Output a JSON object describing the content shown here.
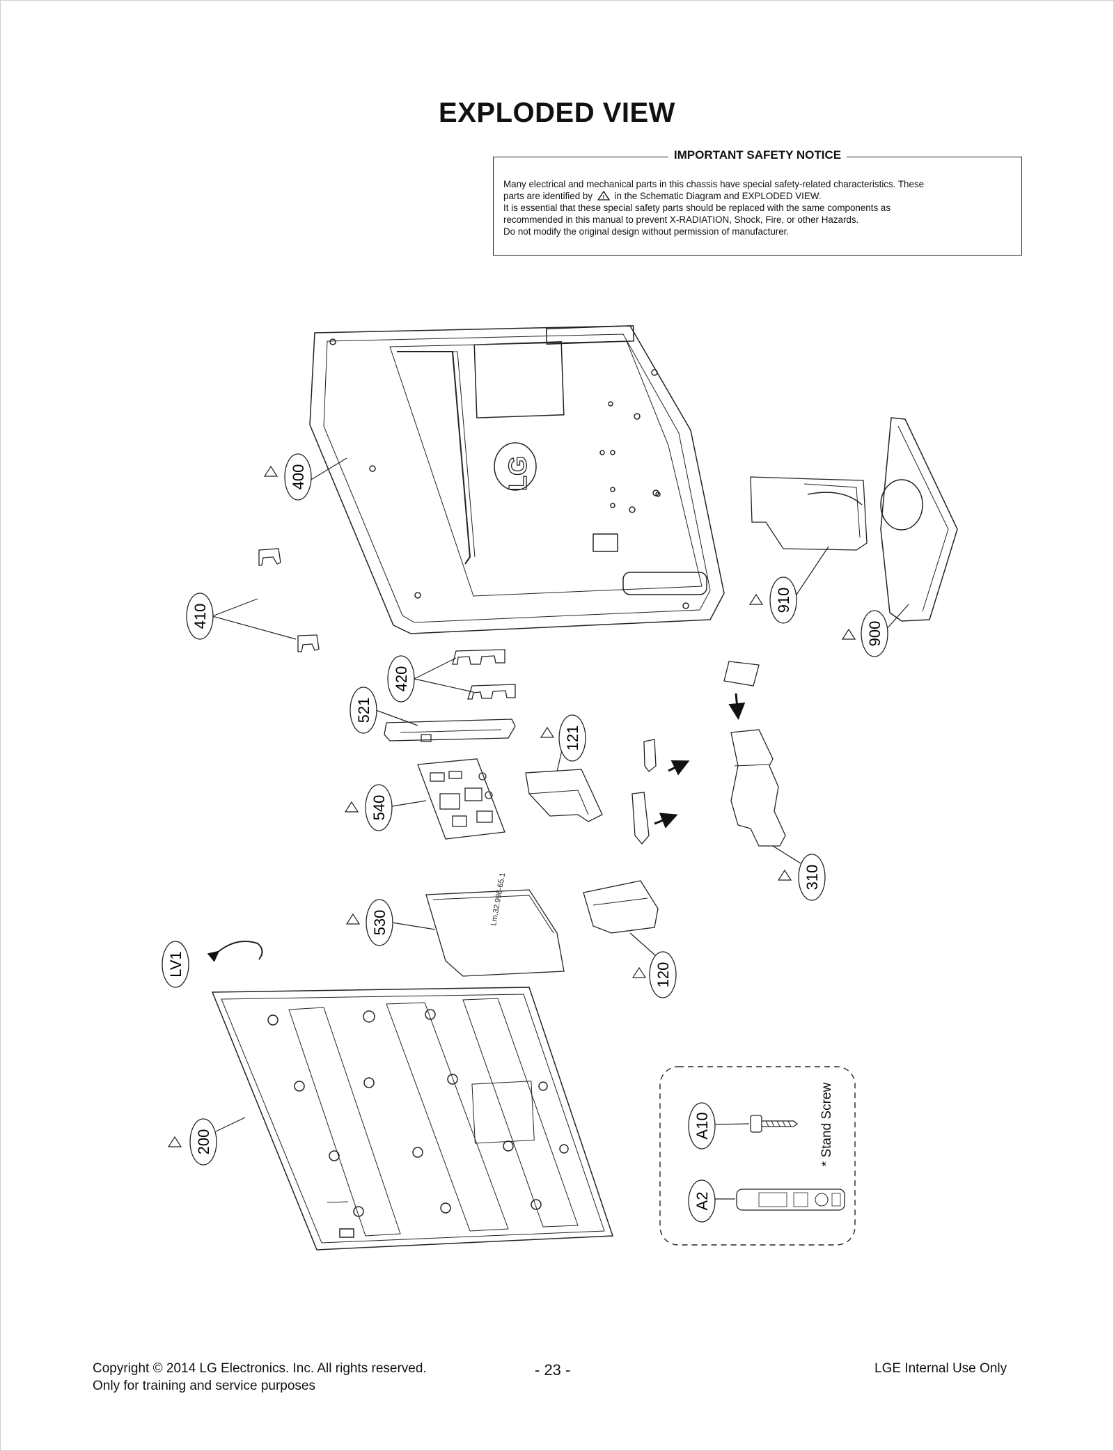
{
  "page": {
    "title": "EXPLODED VIEW",
    "page_number": "- 23 -"
  },
  "notice": {
    "heading": "IMPORTANT SAFETY NOTICE",
    "line1": "Many electrical and mechanical parts in this chassis have special safety-related characteristics. These",
    "line2a": "parts are identified by",
    "line2b": "in the Schematic Diagram and EXPLODED VIEW.",
    "line3": "It is essential that these special safety parts should be replaced with the same components as",
    "line4": "recommended in this manual to prevent X-RADIATION, Shock, Fire, or other Hazards.",
    "line5": "Do not modify the original design without permission of manufacturer."
  },
  "parts": {
    "p400": "400",
    "p410": "410",
    "p420": "420",
    "p521": "521",
    "p121": "121",
    "p540": "540",
    "p910": "910",
    "p900": "900",
    "p310": "310",
    "p530": "530",
    "p120": "120",
    "pLV1": "LV1",
    "p200": "200",
    "pA10": "A10",
    "pA2": "A2"
  },
  "labels": {
    "brand_logo": "LG",
    "stand_screw": "* Stand Screw"
  },
  "footer": {
    "copyright": "Copyright  © 2014 LG Electronics. Inc. All rights reserved.",
    "training": "Only for training and service purposes",
    "internal": "LGE Internal Use Only"
  }
}
